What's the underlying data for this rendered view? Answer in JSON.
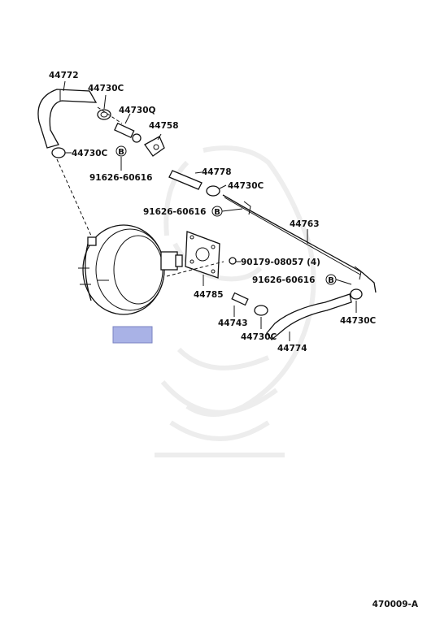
{
  "parts": {
    "p44772": "44772",
    "p44730c_top": "44730C",
    "p44730q": "44730Q",
    "p44758": "44758",
    "p44730c_left": "44730C",
    "p91626_top": "91626-60616",
    "p44778": "44778",
    "p44730c_mid": "44730C",
    "p91626_mid": "91626-60616",
    "p44763": "44763",
    "p90179": "90179-08057 (4)",
    "p91626_right": "91626-60616",
    "p44785": "44785",
    "p44743": "44743",
    "p44730c_bottom": "44730C",
    "p44774": "44774",
    "p44730c_right": "44730C"
  },
  "bolt_badge": "B",
  "diagram_code": "470009-A",
  "colors": {
    "highlight": "#a9b2e6",
    "line": "#111111"
  }
}
